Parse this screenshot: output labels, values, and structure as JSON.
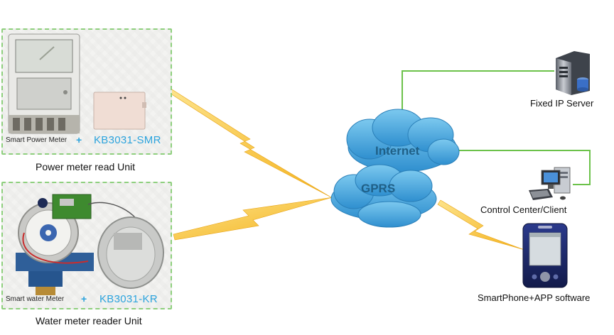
{
  "units": {
    "power": {
      "meter_label": "Smart Power Meter",
      "plus": "+",
      "model": "KB3031-SMR",
      "caption": "Power meter read Unit"
    },
    "water": {
      "meter_label": "Smart water Meter",
      "plus": "+",
      "model": "KB3031-KR",
      "caption": "Water meter reader Unit"
    }
  },
  "network": {
    "internet_label": "Internet",
    "gprs_label": "GPRS"
  },
  "endpoints": {
    "server_label": "Fixed IP Server",
    "control_label": "Control Center/Client",
    "phone_label": "SmartPhone+APP software"
  },
  "colors": {
    "frame_border": "#8ecf7d",
    "model_text": "#2ba3dd",
    "cloud_fill": "#3ea6dd",
    "lightning": "#f7c233",
    "link_line": "#6cc24a"
  }
}
